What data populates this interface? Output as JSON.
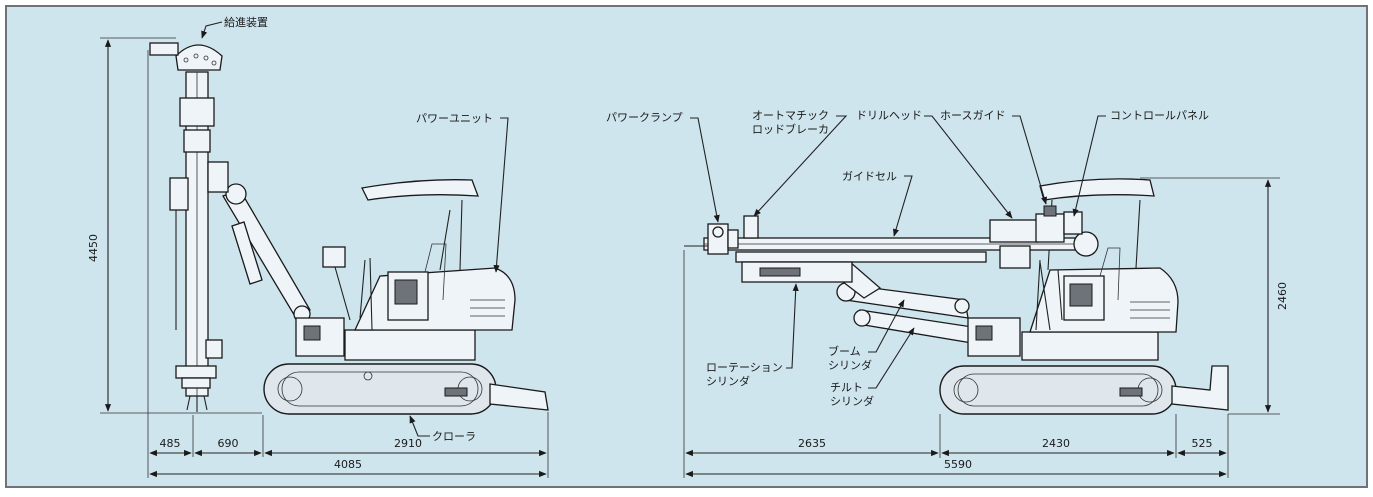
{
  "colors": {
    "panel_bg": "#cfe5ee",
    "frame": "#6d7378",
    "line": "#1a1a1a"
  },
  "left_view": {
    "labels": {
      "feed_device": "給進装置",
      "power_unit": "パワーユニット",
      "crawler": "クローラ"
    },
    "dimensions": {
      "height": "4450",
      "d485": "485",
      "d690": "690",
      "d2910": "2910",
      "d4085": "4085"
    }
  },
  "right_view": {
    "labels": {
      "power_clamp": "パワークランプ",
      "auto_rod_breaker_1": "オートマチック",
      "auto_rod_breaker_2": "ロッドブレーカ",
      "drill_head": "ドリルヘッド",
      "hose_guide": "ホースガイド",
      "control_panel": "コントロールパネル",
      "guide_cell": "ガイドセル",
      "rotation_cylinder_1": "ローテーション",
      "rotation_cylinder_2": "シリンダ",
      "boom_cylinder_1": "ブーム",
      "boom_cylinder_2": "シリンダ",
      "tilt_cylinder_1": "チルト",
      "tilt_cylinder_2": "シリンダ"
    },
    "dimensions": {
      "height": "2460",
      "d2635": "2635",
      "d2430": "2430",
      "d525": "525",
      "d5590": "5590"
    }
  }
}
